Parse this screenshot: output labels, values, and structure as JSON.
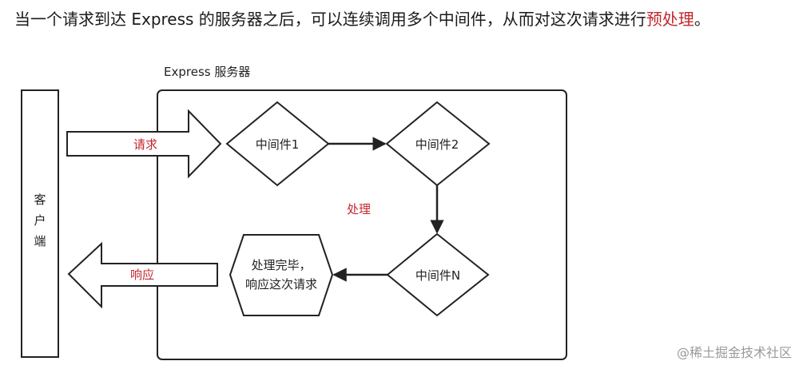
{
  "caption": {
    "before": "当一个请求到达 Express 的服务器之后，可以连续调用多个中间件，从而对这次请求进行",
    "highlight": "预处理",
    "after": "。"
  },
  "server_label": "Express 服务器",
  "client_label": [
    "客",
    "户",
    "端"
  ],
  "request_label": "请求",
  "response_label": "响应",
  "process_label": "处理",
  "middleware": [
    "中间件1",
    "中间件2",
    "中间件N"
  ],
  "finish_lines": [
    "处理完毕，",
    "响应这次请求"
  ],
  "watermark": "@稀土掘金技术社区",
  "colors": {
    "stroke": "#222222",
    "accent": "#c0272d",
    "text": "#1a1a1a"
  }
}
